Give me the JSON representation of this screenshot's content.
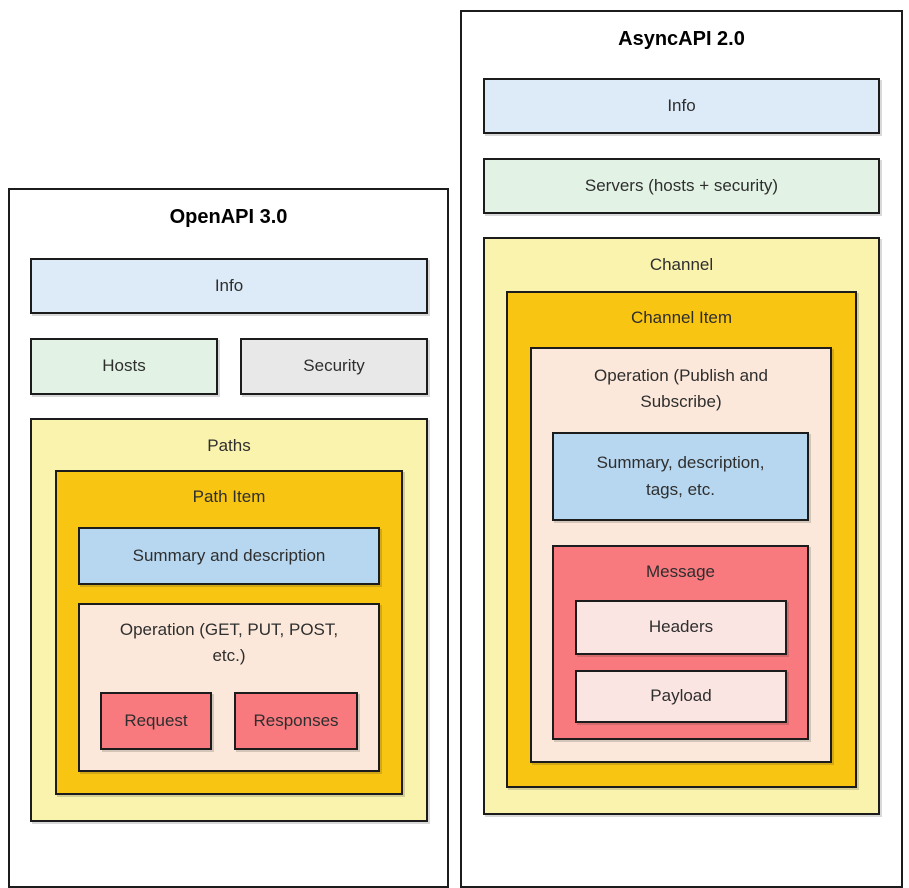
{
  "colors": {
    "border": "#1c1c1c",
    "text": "#2e2e2e",
    "blue-light": "#ddeaf8",
    "blue": "#b7d7f0",
    "green": "#e2f2e4",
    "gray": "#e9e8e8",
    "yellow": "#faf3ae",
    "gold": "#f9c513",
    "peach": "#fbe8da",
    "salmon": "#f8797e",
    "pink": "#fbe5e2"
  },
  "openapi": {
    "title": "OpenAPI 3.0",
    "info": "Info",
    "hosts": "Hosts",
    "security": "Security",
    "paths": "Paths",
    "path_item": "Path Item",
    "summary": "Summary and description",
    "operation": "Operation (GET, PUT, POST,\netc.)",
    "request": "Request",
    "responses": "Responses"
  },
  "asyncapi": {
    "title": "AsyncAPI 2.0",
    "info": "Info",
    "servers": "Servers (hosts + security)",
    "channel": "Channel",
    "channel_item": "Channel Item",
    "operation": "Operation (Publish and\nSubscribe)",
    "summary": "Summary, description,\ntags, etc.",
    "message": "Message",
    "headers": "Headers",
    "payload": "Payload"
  }
}
